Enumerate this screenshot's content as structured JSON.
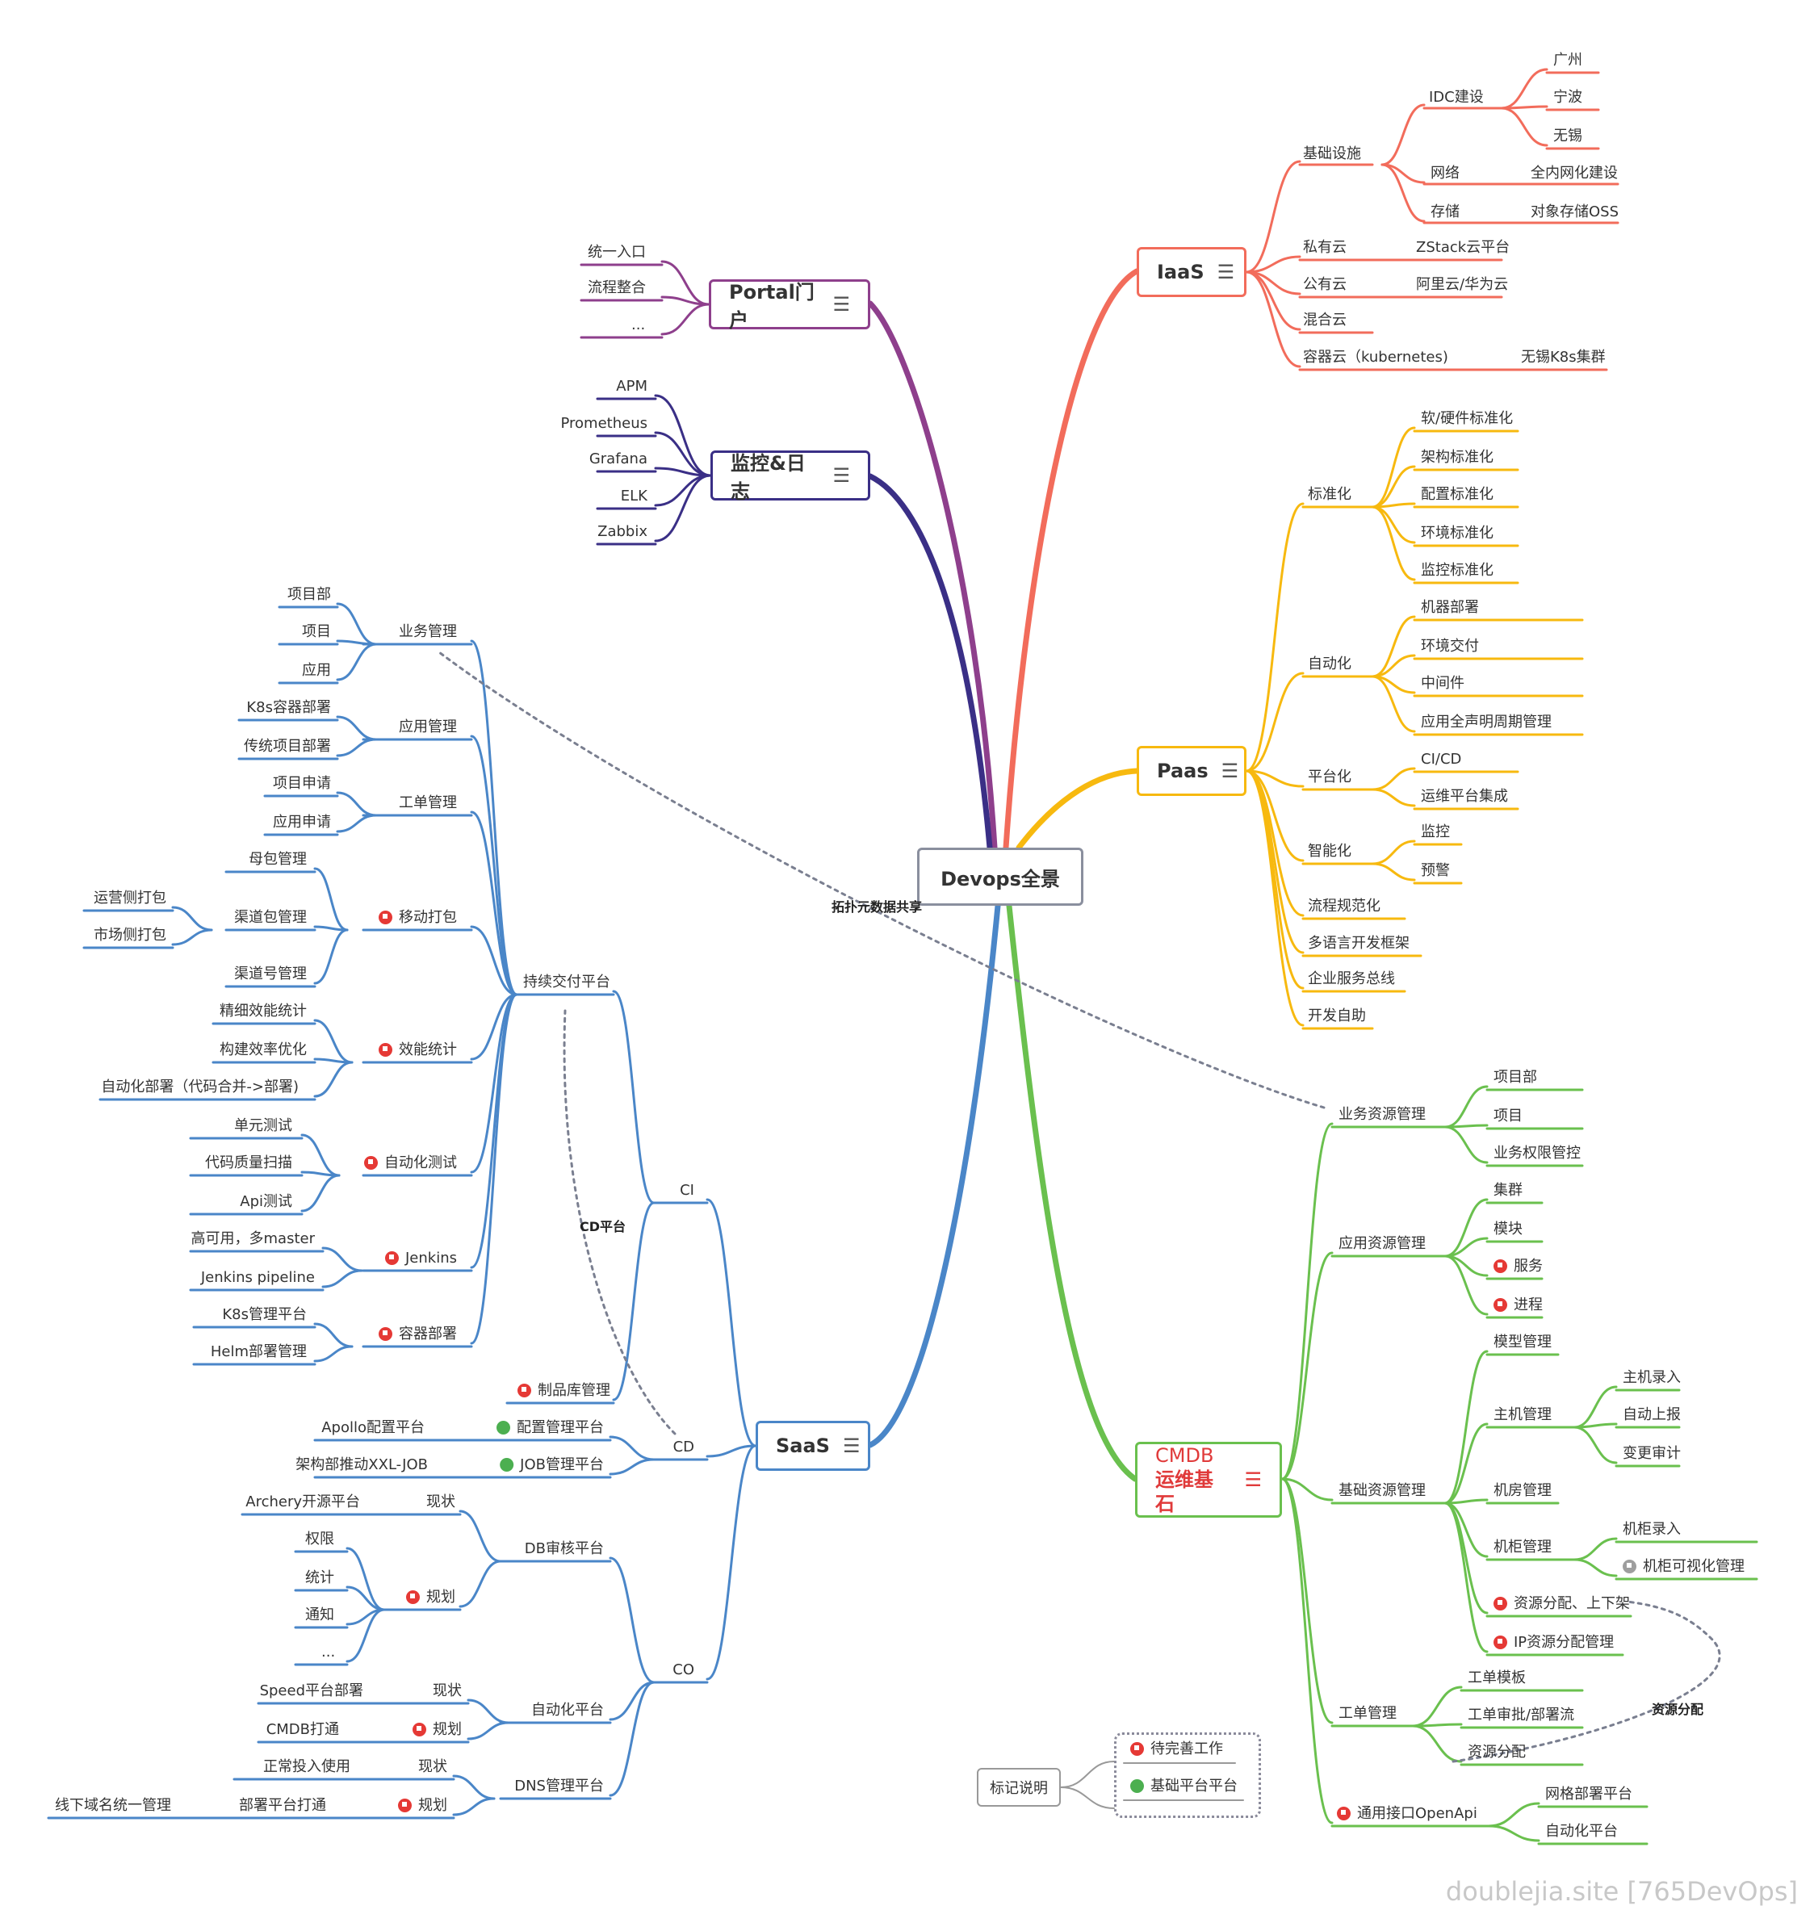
{
  "root": {
    "label": "Devops全景"
  },
  "colors": {
    "iaas": "#f26c5b",
    "paas": "#f7b90f",
    "saas": "#4a86c8",
    "cmdb": "#6ac04e",
    "portal": "#8e3f8c",
    "monitor": "#3a2f86"
  },
  "branches": {
    "portal": {
      "label": "Portal门户",
      "children": [
        "统一入口",
        "流程整合",
        "..."
      ]
    },
    "monitor": {
      "label": "监控&日志",
      "children": [
        "APM",
        "Prometheus",
        "Grafana",
        "ELK",
        "Zabbix"
      ]
    },
    "iaas": {
      "label": "IaaS",
      "infra": "基础设施",
      "idc": "IDC建设",
      "cities": [
        "广州",
        "宁波",
        "无锡"
      ],
      "network": "网络",
      "network_detail": "全内网化建设",
      "storage": "存储",
      "storage_detail": "对象存储OSS",
      "private": "私有云",
      "private_detail": "ZStack云平台",
      "public": "公有云",
      "public_detail": "阿里云/华为云",
      "hybrid": "混合云",
      "container": "容器云（kubernetes)",
      "container_detail": "无锡K8s集群"
    },
    "paas": {
      "label": "Paas",
      "standard": "标准化",
      "standard_items": [
        "软/硬件标准化",
        "架构标准化",
        "配置标准化",
        "环境标准化",
        "监控标准化"
      ],
      "auto": "自动化",
      "auto_items": [
        "机器部署",
        "环境交付",
        "中间件",
        "应用全声明周期管理"
      ],
      "platform": "平台化",
      "platform_items": [
        "CI/CD",
        "运维平台集成"
      ],
      "smart": "智能化",
      "smart_items": [
        "监控",
        "预警"
      ],
      "others": [
        "流程规范化",
        "多语言开发框架",
        "企业服务总线",
        "开发自助"
      ]
    },
    "cmdb": {
      "label1": "CMDB",
      "label2": "运维基石",
      "biz": "业务资源管理",
      "biz_items": [
        "项目部",
        "项目",
        "业务权限管控"
      ],
      "app": "应用资源管理",
      "app_items": [
        "集群",
        "模块",
        "服务",
        "进程"
      ],
      "base": "基础资源管理",
      "model": "模型管理",
      "host": "主机管理",
      "host_items": [
        "主机录入",
        "自动上报",
        "变更审计"
      ],
      "room": "机房管理",
      "cabinet": "机柜管理",
      "cabinet_items": [
        "机柜录入",
        "机柜可视化管理"
      ],
      "alloc": "资源分配、上下架",
      "ip": "IP资源分配管理",
      "ticket": "工单管理",
      "ticket_items": [
        "工单模板",
        "工单审批/部署流",
        "资源分配"
      ],
      "api": "通用接口OpenApi",
      "api_items": [
        "网格部署平台",
        "自动化平台"
      ]
    },
    "saas": {
      "label": "SaaS",
      "ci": "CI",
      "cdp": "持续交付平台",
      "biz": "业务管理",
      "biz_items": [
        "项目部",
        "项目",
        "应用"
      ],
      "app": "应用管理",
      "app_items": [
        "K8s容器部署",
        "传统项目部署"
      ],
      "ticket": "工单管理",
      "ticket_items": [
        "项目申请",
        "应用申请"
      ],
      "mobile": "移动打包",
      "mother": "母包管理",
      "channel": "渠道包管理",
      "channel_items": [
        "运营侧打包",
        "市场侧打包"
      ],
      "channel_no": "渠道号管理",
      "eff": "效能统计",
      "eff_items": [
        "精细效能统计",
        "构建效率优化",
        "自动化部署（代码合并->部署)"
      ],
      "test": "自动化测试",
      "test_items": [
        "单元测试",
        "代码质量扫描",
        "Api测试"
      ],
      "jenkins": "Jenkins",
      "jenkins_items": [
        "高可用，多master",
        "Jenkins pipeline"
      ],
      "container": "容器部署",
      "container_items": [
        "K8s管理平台",
        "Helm部署管理"
      ],
      "artifact": "制品库管理",
      "cd": "CD",
      "config": "配置管理平台",
      "config_item": "Apollo配置平台",
      "job": "JOB管理平台",
      "job_item": "架构部推动XXL-JOB",
      "co": "CO",
      "db": "DB审核平台",
      "db_now": "现状",
      "db_now_item": "Archery开源平台",
      "db_plan": "规划",
      "db_plan_items": [
        "权限",
        "统计",
        "通知",
        "..."
      ],
      "auto": "自动化平台",
      "auto_now": "现状",
      "auto_now_item": "Speed平台部署",
      "auto_plan": "规划",
      "auto_plan_item": "CMDB打通",
      "dns": "DNS管理平台",
      "dns_now": "现状",
      "dns_now_item": "正常投入使用",
      "dns_plan": "规划",
      "dns_plan_item": "部署平台打通",
      "dns_plan_sub": "线下域名统一管理"
    }
  },
  "relations": {
    "topology": "拓扑元数据共享",
    "cd_platform": "CD平台",
    "resource": "资源分配"
  },
  "legend": {
    "title": "标记说明",
    "todo": "待完善工作",
    "base": "基础平台平台"
  },
  "watermark": "doublejia.site [765DevOps]"
}
